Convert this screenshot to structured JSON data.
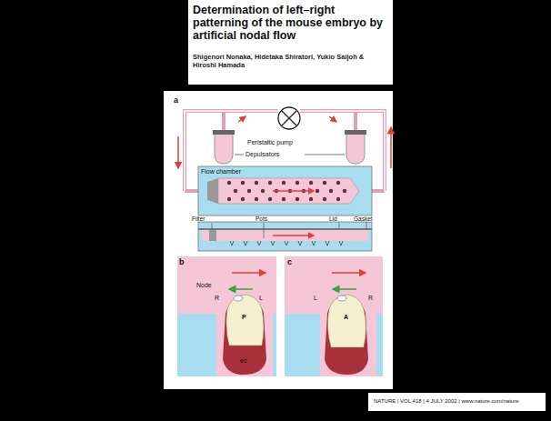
{
  "diagram": {
    "title": "Determination of left–right patterning of the mouse embryo by artificial nodal flow",
    "labels": [
      "Shigenori Nonaka, Hidetaka Shiratori, Yukio Saijoh & Hiroshi Hamada",
      "a",
      "Peristaltic pump",
      "Depulsators",
      "Flow chamber",
      "Filter",
      "Pots",
      "Lid",
      "Gasket",
      "b",
      "c",
      "Node",
      "R",
      "L",
      "P",
      "ec",
      "L",
      "A",
      "R",
      "NATURE | VOL 418 | 4 JULY 2002 | www.nature.com/nature"
    ]
  }
}
